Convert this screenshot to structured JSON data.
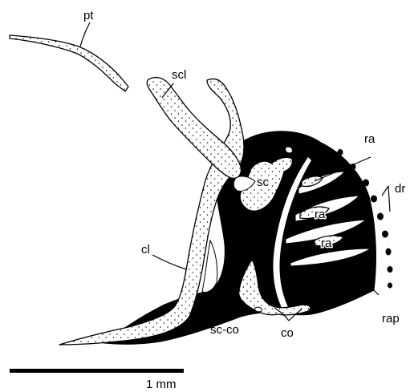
{
  "labels": {
    "pt": "pt",
    "scl": "scl",
    "sc": "sc",
    "ra": "ra",
    "ra2": "ra",
    "ra3": "ra",
    "dr": "dr",
    "cl": "cl",
    "rap": "rap",
    "co": "co",
    "sc_co": "sc-co"
  },
  "scale_bar": {
    "label": "1 mm"
  },
  "colors": {
    "ink": "#000000",
    "paper": "#ffffff"
  }
}
